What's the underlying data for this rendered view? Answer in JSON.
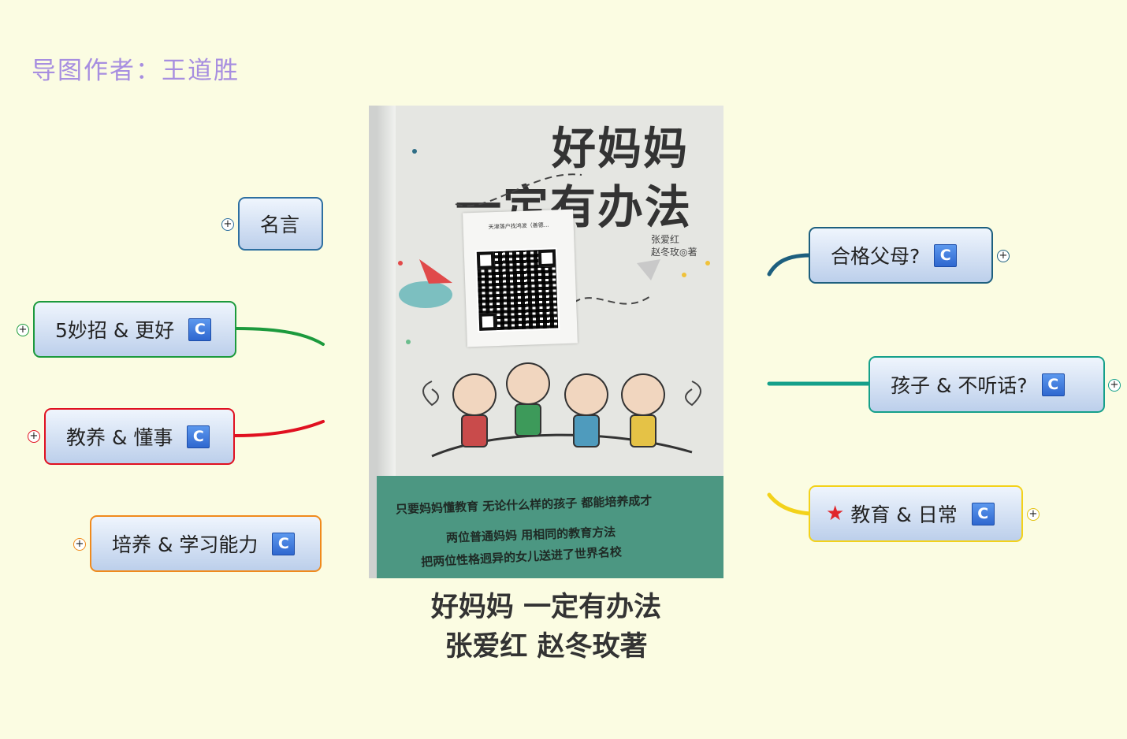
{
  "author_label": "导图作者：王道胜",
  "center": {
    "caption_line1": "好妈妈 一定有办法",
    "caption_line2": "张爱红 赵冬玫著",
    "cover_title_line1": "好妈妈",
    "cover_title_line2": "一定有办法",
    "cover_authors": "张爱红\n赵冬玫◎著",
    "cover_qr_caption": "天津落户找鸿波（善德…",
    "cover_slogans": [
      "只要妈妈懂教育  无论什么样的孩子  都能培养成才",
      "两位普通妈妈  用相同的教育方法",
      "把两位性格迥异的女儿送进了世界名校"
    ]
  },
  "branches_left": [
    {
      "label": "名言",
      "has_c": false,
      "color": "#2e6fa0"
    },
    {
      "label": "5妙招 & 更好",
      "has_c": true,
      "color": "#1c9a3d"
    },
    {
      "label": "教养 & 懂事",
      "has_c": true,
      "color": "#e01020"
    },
    {
      "label": "培养 & 学习能力",
      "has_c": true,
      "color": "#f08a1c"
    }
  ],
  "branches_right": [
    {
      "label": "合格父母?",
      "has_c": true,
      "color": "#1d5f7e"
    },
    {
      "label": "孩子 & 不听话?",
      "has_c": true,
      "color": "#15a08a"
    },
    {
      "label": "教育 & 日常",
      "has_c": true,
      "color": "#f3d21a",
      "star": true
    }
  ],
  "c_icon_text": "C",
  "expand_symbol": "+"
}
